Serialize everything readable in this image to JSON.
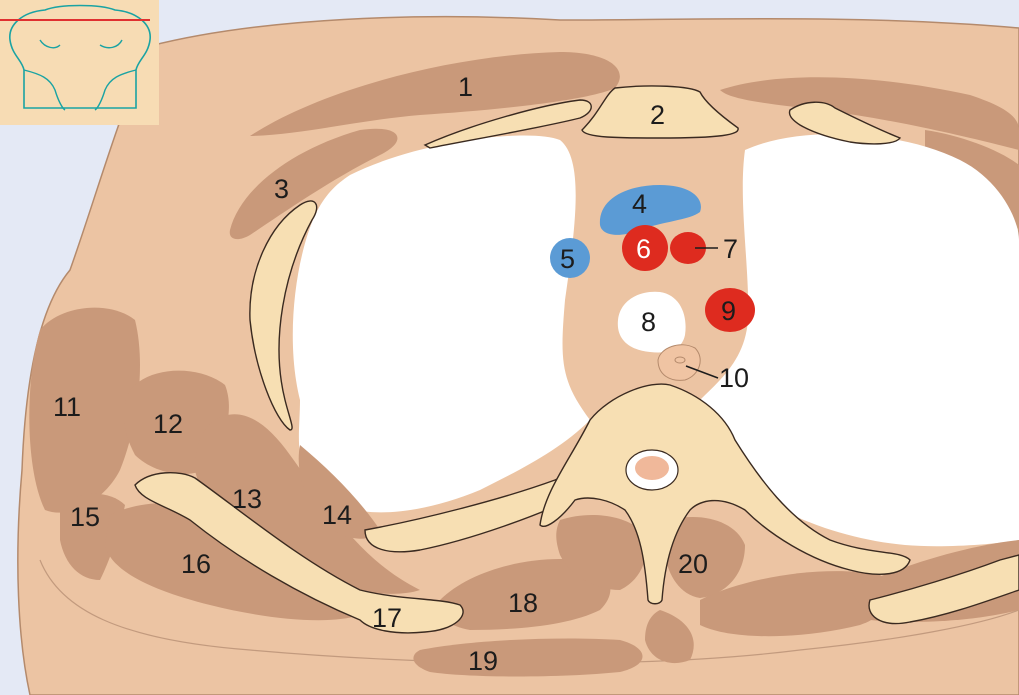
{
  "labels": {
    "l1": "1",
    "l2": "2",
    "l3": "3",
    "l4": "4",
    "l5": "5",
    "l6": "6",
    "l7": "7",
    "l8": "8",
    "l9": "9",
    "l10": "10",
    "l11": "11",
    "l12": "12",
    "l13": "13",
    "l14": "14",
    "l15": "15",
    "l16": "16",
    "l17": "17",
    "l18": "18",
    "l19": "19",
    "l20": "20"
  },
  "colors": {
    "background": "#e4e9f5",
    "skin": "#ecc4a3",
    "muscle": "#c9997a",
    "bone": "#f7dfb3",
    "lung": "#ffffff",
    "vein": "#5b9bd5",
    "artery": "#de2b1f",
    "inset_bg": "#f7dcb4",
    "inset_outline": "#1aa3a3",
    "plane_line": "#e03030"
  },
  "icons": {
    "inset": "head-outline-icon"
  }
}
